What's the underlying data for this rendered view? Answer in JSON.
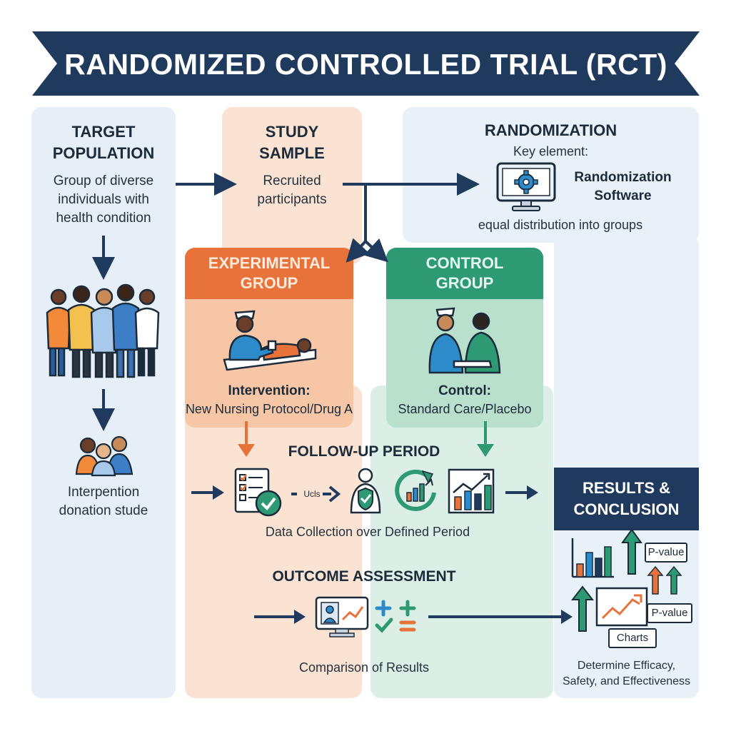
{
  "title": "RANDOMIZED CONTROLLED TRIAL (RCT)",
  "target_population": {
    "heading_line1": "TARGET",
    "heading_line2": "POPULATION",
    "desc_line1": "Group of diverse",
    "desc_line2": "individuals with",
    "desc_line3": "health condition",
    "sub_line1": "Interpention",
    "sub_line2": "donation stude"
  },
  "study_sample": {
    "heading_line1": "STUDY",
    "heading_line2": "SAMPLE",
    "desc_line1": "Recruited",
    "desc_line2": "participants"
  },
  "randomization": {
    "heading": "RANDOMIZATION",
    "key_label": "Key element:",
    "software_line1": "Randomization",
    "software_line2": "Software",
    "note": "equal distribution into groups"
  },
  "experimental_group": {
    "heading_line1": "EXPERIMENTAL",
    "heading_line2": "GROUP",
    "label": "Intervention:",
    "detail": "New Nursing Protocol/Drug A"
  },
  "control_group": {
    "heading_line1": "CONTROL",
    "heading_line2": "GROUP",
    "label": "Control:",
    "detail": "Standard Care/Placebo"
  },
  "follow_up": {
    "heading": "FOLLOW-UP PERIOD",
    "arrow_label": "Ucls",
    "caption": "Data Collection over Defined Period"
  },
  "outcome": {
    "heading": "OUTCOME ASSESSMENT",
    "caption": "Comparison of Results"
  },
  "results": {
    "heading_line1": "RESULTS &",
    "heading_line2": "CONCLUSION",
    "pvalue_1": "P-value",
    "pvalue_2": "P-value",
    "charts_label": "Charts",
    "caption_line1": "Determine Efficacy,",
    "caption_line2": "Safety, and Effectiveness"
  },
  "colors": {
    "navy": "#1f3a5c",
    "orange": "#e8733a",
    "green": "#2e9a74",
    "panel_blue": "#e6eff7",
    "panel_orange": "#fbe3d3",
    "panel_green": "#dcefe6"
  }
}
